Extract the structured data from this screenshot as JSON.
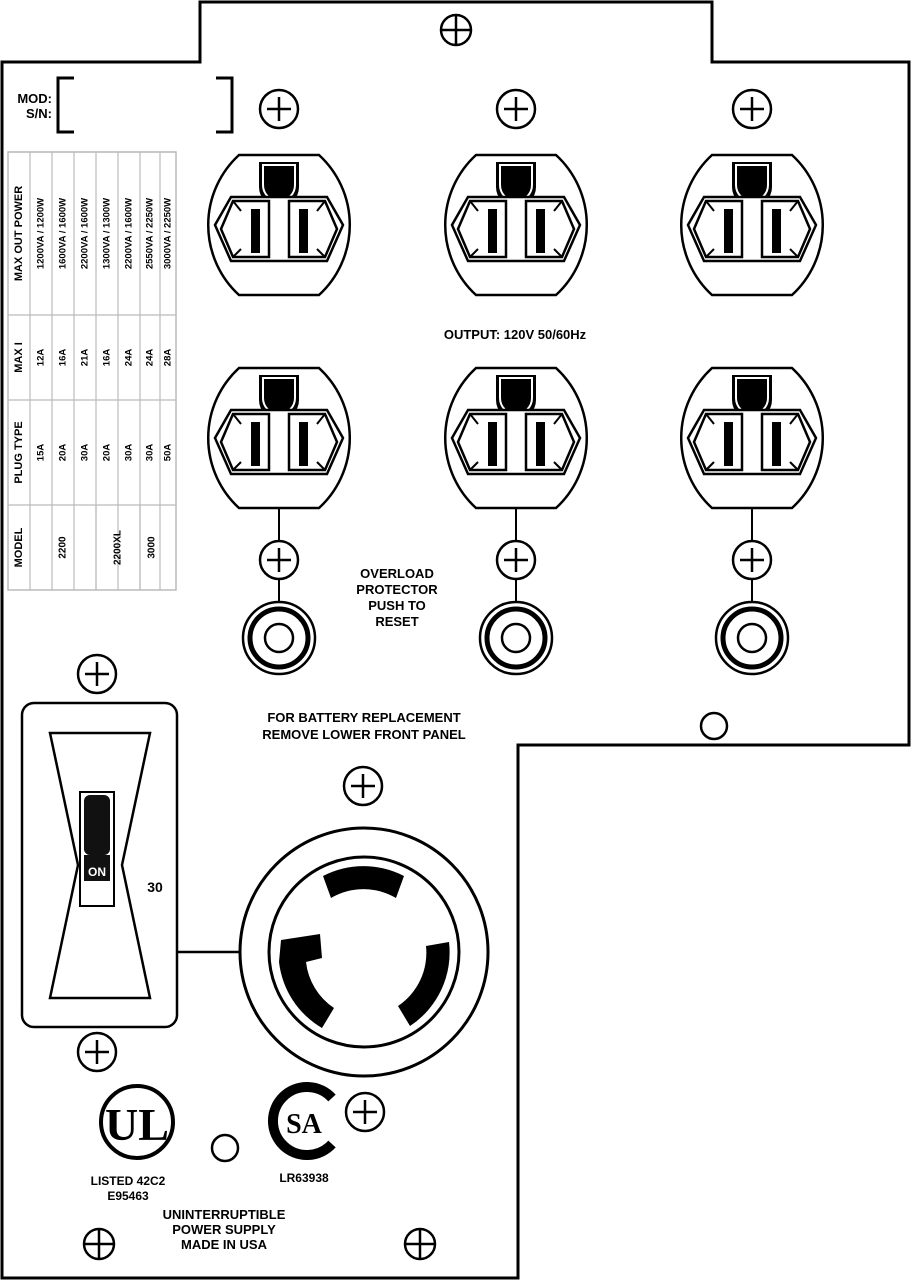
{
  "label": {
    "mod": "MOD:",
    "sn": "S/N:"
  },
  "table": {
    "headers": [
      "MODEL",
      "PLUG TYPE",
      "MAX I",
      "MAX OUT POWER"
    ],
    "rows": [
      {
        "model": "",
        "plug": "15A",
        "max_i": "12A",
        "power": "1200VA / 1200W"
      },
      {
        "model": "2200",
        "plug": "20A",
        "max_i": "16A",
        "power": "1600VA / 1600W"
      },
      {
        "model": "",
        "plug": "30A",
        "max_i": "21A",
        "power": "2200VA / 1600W"
      },
      {
        "model": "",
        "plug": "20A",
        "max_i": "16A",
        "power": "1300VA / 1300W"
      },
      {
        "model": "2200XL",
        "plug": "30A",
        "max_i": "24A",
        "power": "2200VA / 1600W"
      },
      {
        "model": "3000",
        "plug": "30A",
        "max_i": "24A",
        "power": "2550VA / 2250W"
      },
      {
        "model": "",
        "plug": "50A",
        "max_i": "28A",
        "power": "3000VA / 2250W"
      }
    ]
  },
  "output_label": "OUTPUT:  120V  50/60Hz",
  "overload": [
    "OVERLOAD",
    "PROTECTOR",
    "PUSH  TO",
    "RESET"
  ],
  "battery": [
    "FOR  BATTERY  REPLACEMENT",
    "REMOVE  LOWER  FRONT  PANEL"
  ],
  "breaker": {
    "on_label": "ON",
    "rating": "30"
  },
  "ul": {
    "mark": "UL",
    "listing": [
      "LISTED 42C2",
      "E95463"
    ]
  },
  "csa": {
    "mark": "SA",
    "number": "LR63938"
  },
  "footer": [
    "UNINTERRUPTIBLE",
    "POWER SUPPLY",
    "MADE IN USA"
  ]
}
